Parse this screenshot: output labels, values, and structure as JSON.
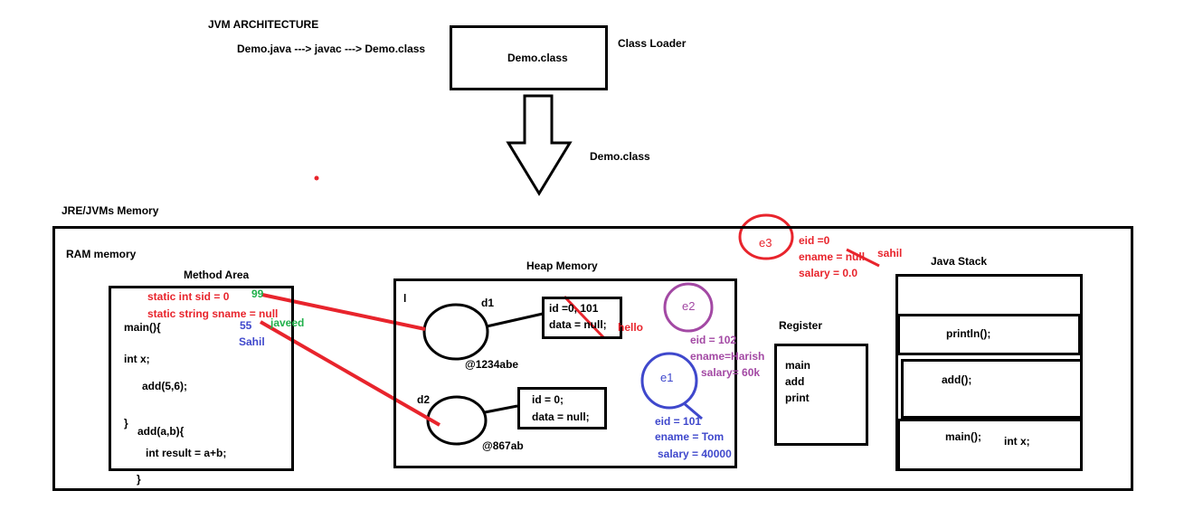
{
  "title": "JVM  ARCHITECTURE",
  "compile_flow": "Demo.java ---> javac ---> Demo.class",
  "class_box_label": "Demo.class",
  "class_loader_label": "Class Loader",
  "arrow_label": "Demo.class",
  "memory_label": "JRE/JVMs Memory",
  "ram_label": "RAM memory",
  "method_area": {
    "title": "Method Area",
    "static_sid": "static int sid  = 0",
    "static_sname": "static string sname = null",
    "value_99": "99",
    "value_55": "55",
    "value_javeed": "javeed",
    "value_sahil": "Sahil",
    "code": [
      "main(){",
      "int x;",
      "add(5,6);",
      "}",
      "add(a,b){",
      "int result = a+b;",
      "}"
    ]
  },
  "heap": {
    "title": "Heap Memory",
    "corner_mark": "l",
    "d1_label": "d1",
    "d1_addr": "@1234abe",
    "d1_id": "id =0, 101",
    "d1_data": "data = null;",
    "d1_hello": "hello",
    "d2_label": "d2",
    "d2_addr": "@867ab",
    "d2_id": "id = 0;",
    "d2_data": "data = null;",
    "e2_label": "e2",
    "e2_eid": "eid = 102",
    "e2_ename": "ename=Harish",
    "e2_salary": "salary= 60k",
    "e1_label": "e1",
    "e1_eid": "eid = 101",
    "e1_ename": "ename = Tom",
    "e1_salary": "salary = 40000"
  },
  "e3": {
    "label": "e3",
    "eid": "eid =0",
    "ename": "ename = null",
    "sahil": "sahil",
    "salary": "salary = 0.0"
  },
  "register": {
    "title": "Register",
    "items": [
      "main",
      "add",
      "print"
    ]
  },
  "java_stack": {
    "title": "Java Stack",
    "frames": [
      "println();",
      "add();",
      "main();"
    ],
    "main_local": "int x;"
  },
  "colors": {
    "red": "#e8242c",
    "green": "#22b14c",
    "blue": "#3f48cc",
    "purple": "#a349a4"
  }
}
